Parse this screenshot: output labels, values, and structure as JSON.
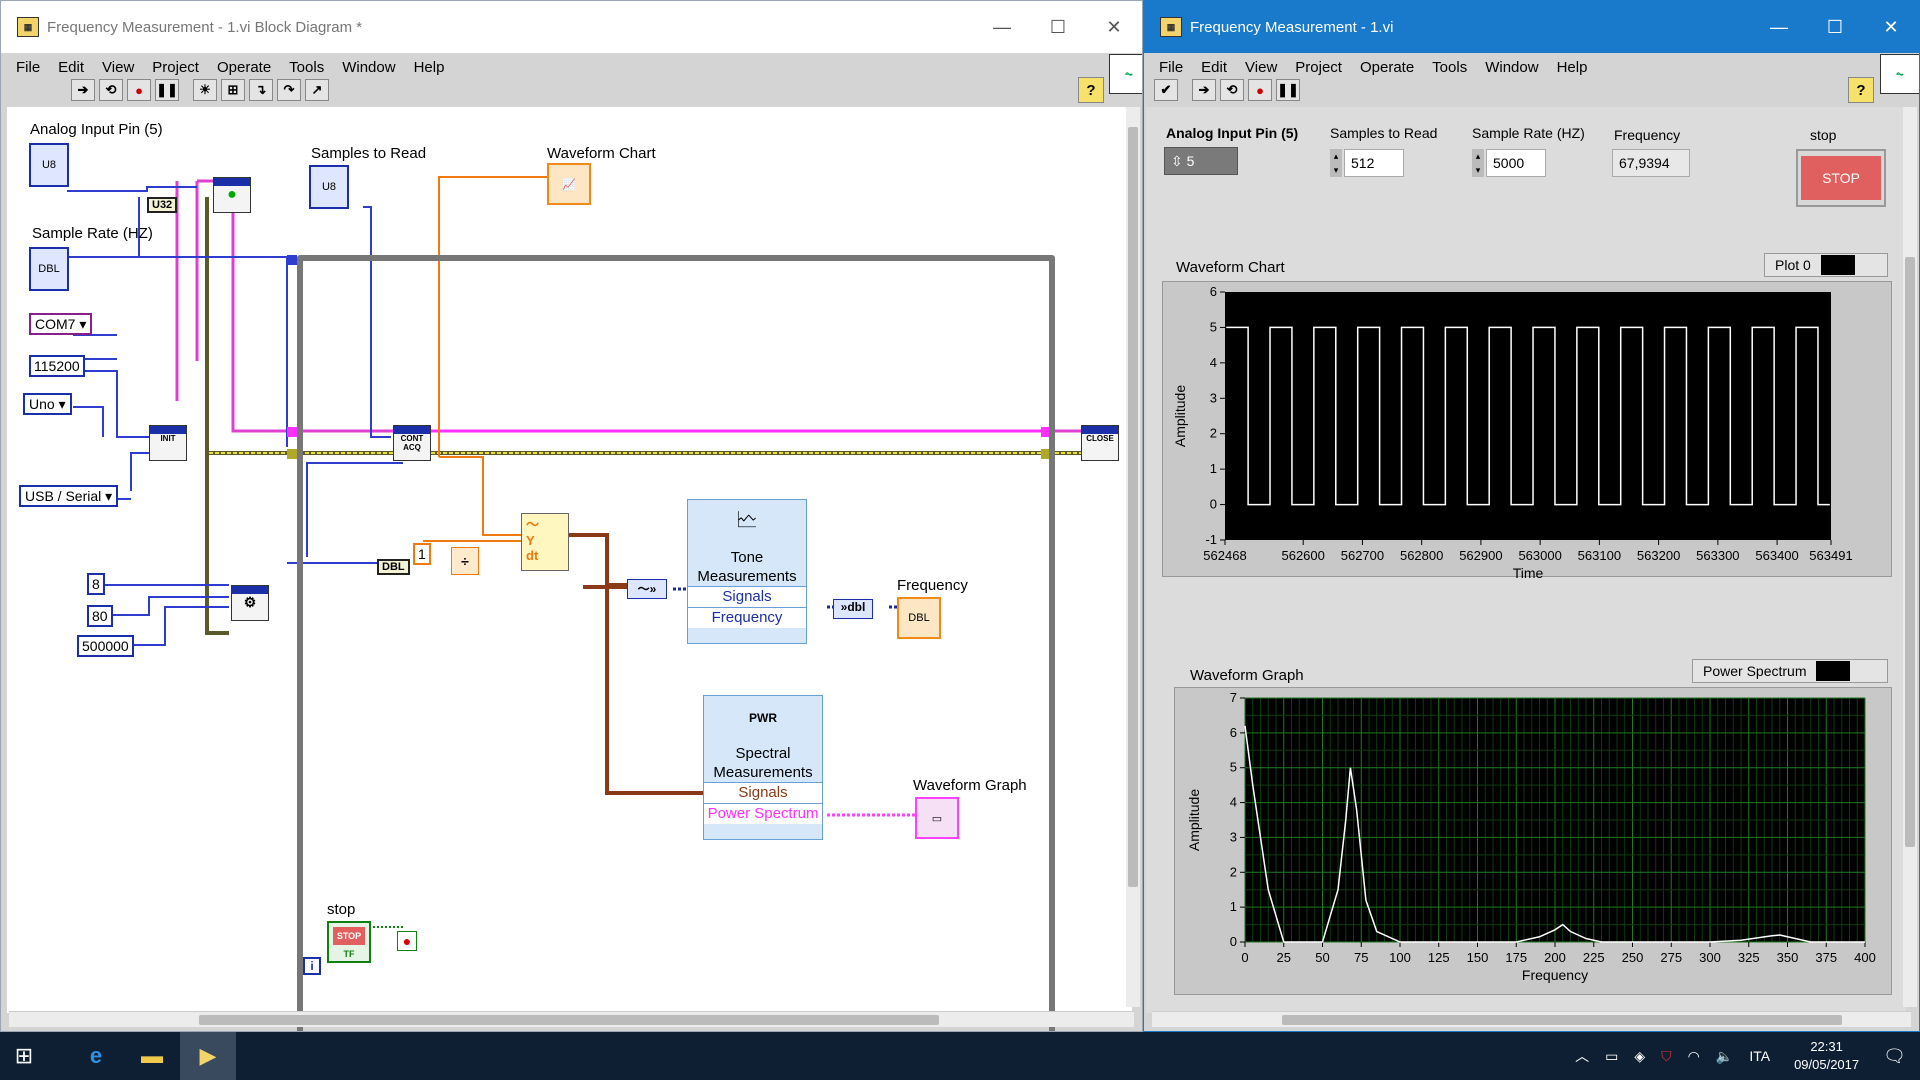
{
  "block_diagram": {
    "title": "Frequency Measurement - 1.vi Block Diagram *",
    "menus": [
      "File",
      "Edit",
      "View",
      "Project",
      "Operate",
      "Tools",
      "Window",
      "Help"
    ],
    "labels": {
      "analog_input_pin": "Analog Input Pin (5)",
      "sample_rate": "Sample Rate (HZ)",
      "samples_to_read": "Samples to Read",
      "waveform_chart": "Waveform Chart",
      "frequency": "Frequency",
      "waveform_graph": "Waveform Graph",
      "stop": "stop"
    },
    "constants": {
      "com_port": "COM7",
      "baud": "115200",
      "board": "Uno",
      "connection": "USB / Serial",
      "c8": "8",
      "c80": "80",
      "c500000": "500000",
      "one": "1",
      "u32": "U32",
      "dbl": "DBL",
      "y": "Y",
      "dt": "dt"
    },
    "nodes": {
      "init": "INIT",
      "cont_acq": "CONT ACQ",
      "close": "CLOSE",
      "stop_node": "STOP",
      "tf": "TF",
      "u8": "U8",
      "dbl_small": "DBL",
      "pwr": "PWR"
    },
    "express": {
      "tone_title": "Tone Measurements",
      "tone_in": "Signals",
      "tone_out": "Frequency",
      "spectral_title": "Spectral Measurements",
      "spectral_in": "Signals",
      "spectral_out": "Power Spectrum"
    }
  },
  "front_panel": {
    "title": "Frequency Measurement - 1.vi",
    "menus": [
      "File",
      "Edit",
      "View",
      "Project",
      "Operate",
      "Tools",
      "Window",
      "Help"
    ],
    "controls": {
      "analog_label": "Analog Input Pin (5)",
      "analog_value": "5",
      "samples_label": "Samples to Read",
      "samples_value": "512",
      "rate_label": "Sample Rate (HZ)",
      "rate_value": "5000",
      "freq_label": "Frequency",
      "freq_value": "67,9394",
      "stop_label": "stop",
      "stop_text": "STOP"
    },
    "chart": {
      "label": "Waveform Chart",
      "legend": "Plot 0",
      "xlabel": "Time",
      "ylabel": "Amplitude"
    },
    "graph": {
      "label": "Waveform Graph",
      "legend": "Power Spectrum",
      "xlabel": "Frequency",
      "ylabel": "Amplitude"
    }
  },
  "chart_data": [
    {
      "type": "line",
      "title": "",
      "xlabel": "Time",
      "ylabel": "Amplitude",
      "xlim": [
        562468,
        563491
      ],
      "ylim": [
        -1,
        6
      ],
      "x_ticks": [
        562468,
        562600,
        562700,
        562800,
        562900,
        563000,
        563100,
        563200,
        563300,
        563400,
        563491
      ],
      "y_ticks": [
        -1,
        0,
        1,
        2,
        3,
        4,
        5,
        6
      ],
      "series": [
        {
          "values_description": "square wave",
          "low": 0,
          "high": 5,
          "period": 74,
          "first_rise": 562468,
          "duty": 0.5
        }
      ],
      "grid": false,
      "legend": "top-right"
    },
    {
      "type": "line",
      "title": "",
      "xlabel": "Frequency",
      "ylabel": "Amplitude",
      "xlim": [
        0,
        400
      ],
      "ylim": [
        0,
        7
      ],
      "x_ticks": [
        0,
        25,
        50,
        75,
        100,
        125,
        150,
        175,
        200,
        225,
        250,
        275,
        300,
        325,
        350,
        375,
        400
      ],
      "y_ticks": [
        0,
        1,
        2,
        3,
        4,
        5,
        6,
        7
      ],
      "x": [
        0,
        5,
        15,
        25,
        50,
        60,
        65,
        68,
        72,
        78,
        85,
        100,
        175,
        190,
        200,
        205,
        210,
        220,
        230,
        300,
        320,
        340,
        345,
        350,
        365,
        400
      ],
      "y": [
        6.2,
        4.5,
        1.5,
        0,
        0,
        1.5,
        3.5,
        5.0,
        3.8,
        1.2,
        0.3,
        0,
        0,
        0.15,
        0.35,
        0.5,
        0.3,
        0.1,
        0,
        0,
        0.05,
        0.18,
        0.2,
        0.15,
        0,
        0
      ],
      "grid": true,
      "legend": "top-right"
    }
  ],
  "taskbar": {
    "language": "ITA",
    "time": "22:31",
    "date": "09/05/2017"
  }
}
